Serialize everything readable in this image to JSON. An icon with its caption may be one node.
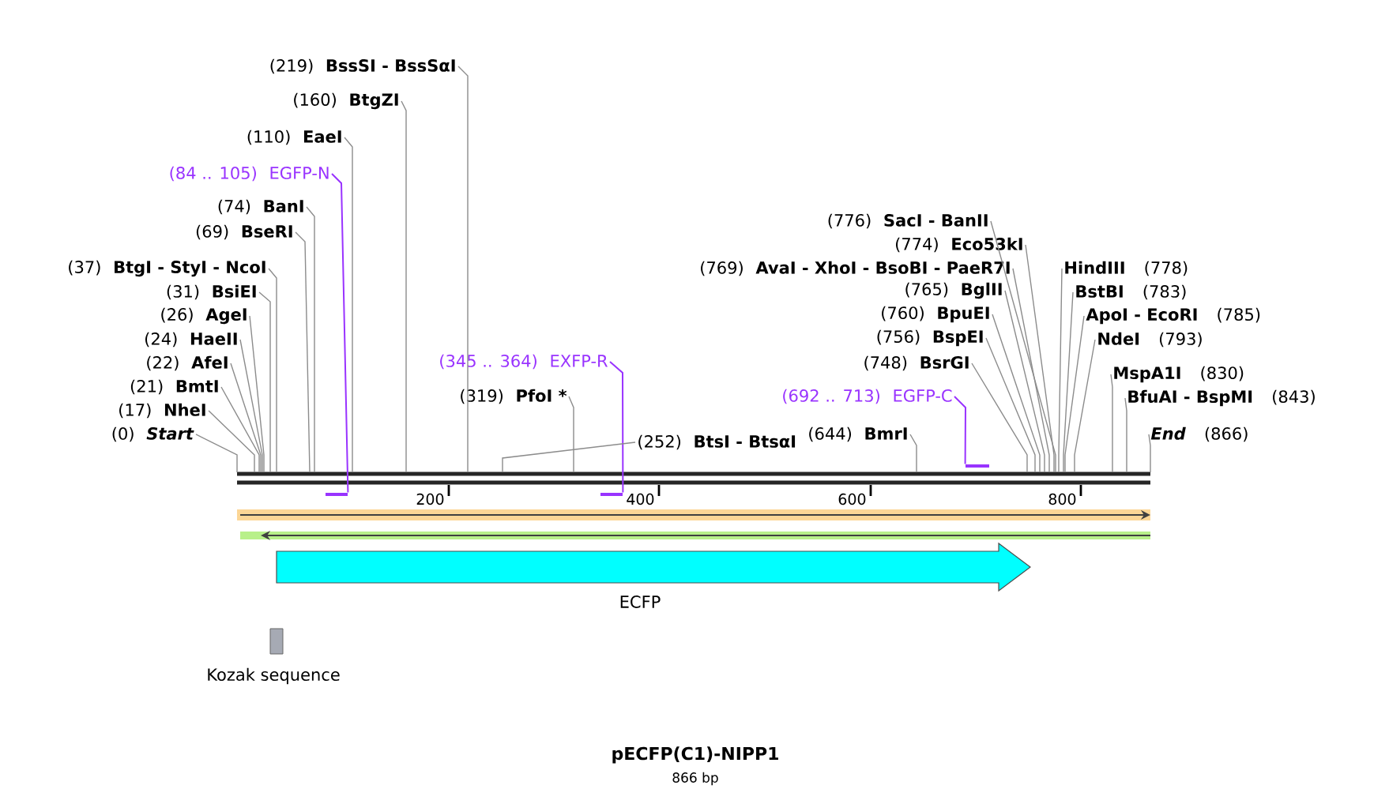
{
  "diagram": {
    "title": "pECFP(C1)-NIPP1",
    "caption": "866 bp",
    "nodes": [
      {
        "text": [
          "(219)",
          "BssSI - BssSαI"
        ]
      },
      {
        "text": [
          "(160)",
          "BtgZI"
        ]
      },
      {
        "text": [
          "(110)",
          "EaeI"
        ]
      },
      {
        "text": [
          "(84 .. 105)",
          "EGFP-N"
        ]
      },
      {
        "text": [
          "(74)",
          "BanI"
        ]
      },
      {
        "text": [
          "(69)",
          "BseRI"
        ]
      },
      {
        "text": [
          "(776)",
          "SacI - BanII"
        ]
      },
      {
        "text": [
          "(774)",
          "Eco53kI"
        ]
      },
      {
        "text": [
          "(769)",
          "AvaI - XhoI - BsoBI - PaeR7I"
        ]
      },
      {
        "text": [
          "HindIII",
          "(778)"
        ]
      },
      {
        "text": [
          "(37)",
          "BtgI - StyI - NcoI"
        ]
      },
      {
        "text": [
          "(765)",
          "BglII"
        ]
      },
      {
        "text": [
          "BstBI",
          "(783)"
        ]
      },
      {
        "text": [
          "(31)",
          "BsiEI"
        ]
      },
      {
        "text": [
          "(760)",
          "BpuEI"
        ]
      },
      {
        "text": [
          "ApoI - EcoRI",
          "(785)"
        ]
      },
      {
        "text": [
          "(26)",
          "AgeI"
        ]
      },
      {
        "text": [
          "(756)",
          "BspEI"
        ]
      },
      {
        "text": [
          "NdeI",
          "(793)"
        ]
      },
      {
        "text": [
          "(24)",
          "HaeII"
        ]
      },
      {
        "text": [
          "(22)",
          "AfeI"
        ]
      },
      {
        "text": [
          "(345 .. 364)",
          "EXFP-R"
        ]
      },
      {
        "text": [
          "(748)",
          "BsrGI"
        ]
      },
      {
        "text": [
          "MspA1I",
          "(830)"
        ]
      },
      {
        "text": [
          "(21)",
          "BmtI"
        ]
      },
      {
        "text": [
          "(319)",
          "PfoI *"
        ]
      },
      {
        "text": [
          "(692 .. 713)",
          "EGFP-C"
        ]
      },
      {
        "text": [
          "BfuAI - BspMI",
          "(843)"
        ]
      },
      {
        "text": [
          "(17)",
          "NheI"
        ]
      },
      {
        "text": [
          "(0)",
          "*Start*"
        ]
      },
      {
        "text": [
          "(252)",
          "BtsI - BtsαI"
        ]
      },
      {
        "text": [
          "(644)",
          "BmrI"
        ]
      },
      {
        "text": [
          "*End*",
          "(866)"
        ]
      },
      {
        "text": [
          "ECFP"
        ]
      },
      {
        "text": [
          "Kozak sequence"
        ]
      },
      {
        "text": [],
        "shape": "bar"
      },
      {
        "text": [],
        "shape": "bar"
      },
      {
        "text": [],
        "shape": "bar"
      }
    ],
    "edges": [
      {
        "from": 0,
        "to": null,
        "arrow": "none"
      },
      {
        "from": 1,
        "to": null,
        "arrow": "none"
      },
      {
        "from": 2,
        "to": null,
        "arrow": "none"
      },
      {
        "from": 3,
        "to": 35,
        "arrow": "none",
        "color": "#9933ff"
      },
      {
        "from": 4,
        "to": null,
        "arrow": "none"
      },
      {
        "from": 5,
        "to": null,
        "arrow": "none"
      },
      {
        "from": 6,
        "to": null,
        "arrow": "none"
      },
      {
        "from": 7,
        "to": null,
        "arrow": "none"
      },
      {
        "from": 8,
        "to": null,
        "arrow": "none"
      },
      {
        "from": 9,
        "to": null,
        "arrow": "none"
      },
      {
        "from": 10,
        "to": null,
        "arrow": "none"
      },
      {
        "from": 11,
        "to": null,
        "arrow": "none"
      },
      {
        "from": 12,
        "to": null,
        "arrow": "none"
      },
      {
        "from": 13,
        "to": null,
        "arrow": "none"
      },
      {
        "from": 14,
        "to": null,
        "arrow": "none"
      },
      {
        "from": 15,
        "to": null,
        "arrow": "none"
      },
      {
        "from": 16,
        "to": null,
        "arrow": "none"
      },
      {
        "from": 17,
        "to": null,
        "arrow": "none"
      },
      {
        "from": 18,
        "to": null,
        "arrow": "none"
      },
      {
        "from": 19,
        "to": null,
        "arrow": "none"
      },
      {
        "from": 20,
        "to": null,
        "arrow": "none"
      },
      {
        "from": 21,
        "to": 36,
        "arrow": "none",
        "color": "#9933ff"
      },
      {
        "from": 22,
        "to": null,
        "arrow": "none"
      },
      {
        "from": 23,
        "to": null,
        "arrow": "none"
      },
      {
        "from": 24,
        "to": null,
        "arrow": "none"
      },
      {
        "from": 25,
        "to": null,
        "arrow": "none"
      },
      {
        "from": 26,
        "to": 37,
        "arrow": "none",
        "color": "#9933ff"
      },
      {
        "from": 27,
        "to": null,
        "arrow": "none"
      },
      {
        "from": 28,
        "to": null,
        "arrow": "none"
      },
      {
        "from": 29,
        "to": null,
        "arrow": "none"
      },
      {
        "from": 30,
        "to": null,
        "arrow": "none"
      },
      {
        "from": 31,
        "to": null,
        "arrow": "none"
      },
      {
        "from": 32,
        "to": null,
        "arrow": "none"
      }
    ],
    "labels": [
      "200",
      "400",
      "600",
      "800"
    ]
  }
}
